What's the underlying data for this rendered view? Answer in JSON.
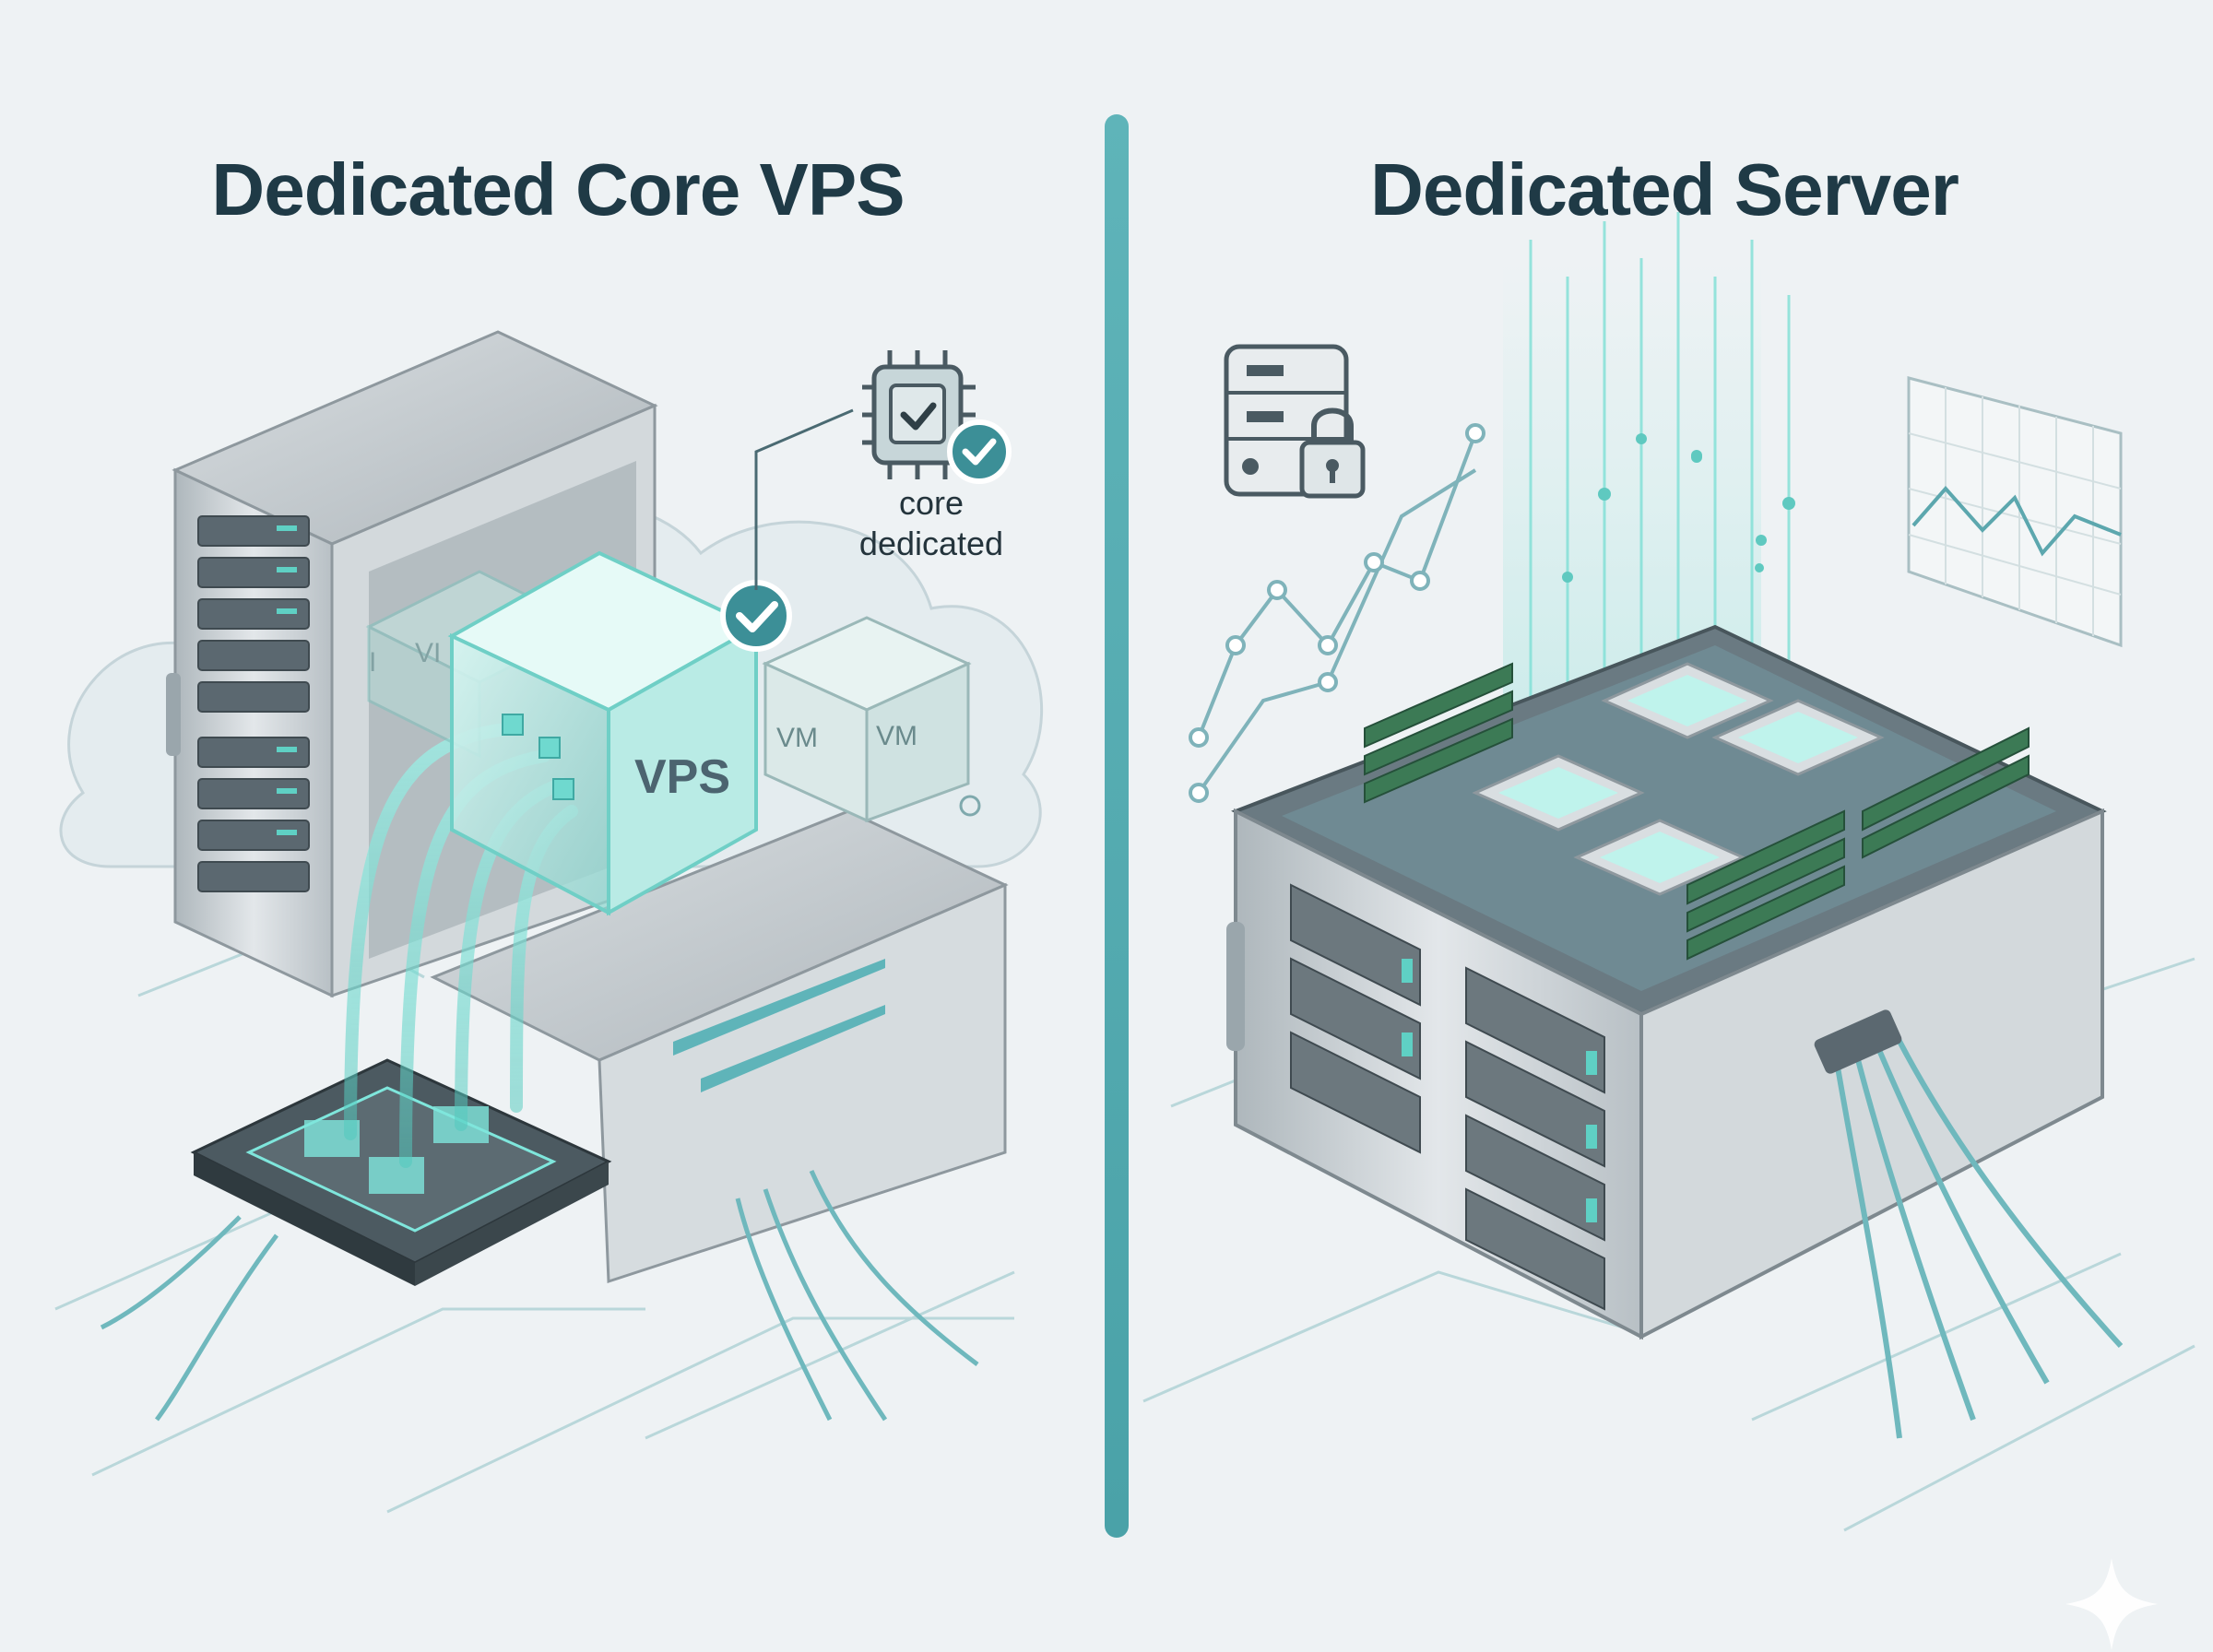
{
  "panels": {
    "left": {
      "title": "Dedicated Core VPS",
      "chip_label_line1": "core",
      "chip_label_line2": "dedicated",
      "vps_label": "VPS",
      "vm_labels": [
        "VM",
        "VM",
        "VI",
        "I"
      ]
    },
    "right": {
      "title": "Dedicated Server"
    }
  },
  "icons": {
    "chip_check": "cpu-chip-check-icon",
    "check_badge": "check-badge-icon",
    "server_lock": "server-lock-icon",
    "sparkle": "sparkle-icon"
  },
  "colors": {
    "background": "#eef2f4",
    "title": "#1f3a46",
    "accent": "#4aa2a8",
    "glow": "#7fe6dc",
    "metal": "#c9d0d4",
    "dark_metal": "#5b6870",
    "ram_green": "#3c7a55"
  }
}
